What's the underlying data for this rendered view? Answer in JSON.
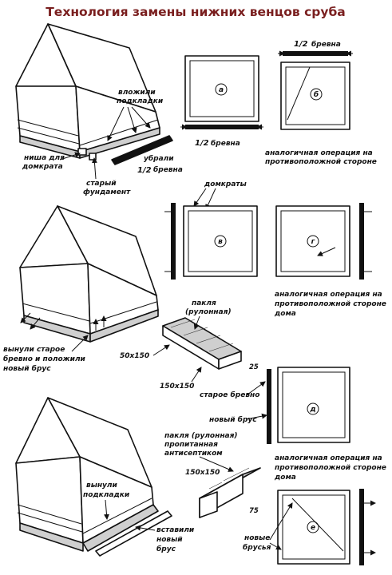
{
  "title": "Технология замены нижних венцов сруба",
  "stages": {
    "s1": {
      "labels": {
        "vlozhili": "вложили",
        "podkladki": "подкладки",
        "nisha1": "ниша для",
        "nisha2": "домкрата",
        "ubrali1": "убрали",
        "ubrali_frac": "1/2",
        "ubrali2": "бревна",
        "staryi1": "старый",
        "staryi2": "фундамент"
      },
      "plan_a": {
        "letter": "а",
        "frac": "1/2",
        "text": "бревна"
      },
      "plan_b": {
        "letter": "б",
        "frac": "1/2",
        "text": "бревна"
      },
      "note1": "аналогичная операция на",
      "note2": "противоположной стороне"
    },
    "s2": {
      "domkraty": "домкраты",
      "plan_v": {
        "letter": "в"
      },
      "plan_g": {
        "letter": "г"
      },
      "note1": "аналогичная операция на",
      "note2": "противоположной стороне",
      "note3": "дома"
    },
    "s3": {
      "paklya1": "пакля",
      "paklya2": "(рулонная)",
      "size1": "50x150",
      "size2": "150x150",
      "dim": "25",
      "vynuli1": "вынули старое",
      "vynuli2": "бревно и положили",
      "vynuli3": "новый брус",
      "staroe": "старое бревно",
      "novyi": "новый брус",
      "plan_d": {
        "letter": "д"
      },
      "note1": "аналогичная операция на",
      "note2": "противоположной стороне",
      "note3": "дома"
    },
    "s4": {
      "paklya1": "пакля (рулонная)",
      "paklya2": "пропитанная",
      "paklya3": "антисептиком",
      "size": "150x150",
      "dim": "75",
      "vynuli1": "вынули",
      "vynuli2": "подкладки",
      "vstavili1": "вставили",
      "vstavili2": "новый",
      "vstavili3": "брус",
      "plan_e": {
        "letter": "е"
      },
      "novye1": "новые",
      "novye2": "брусья"
    }
  }
}
